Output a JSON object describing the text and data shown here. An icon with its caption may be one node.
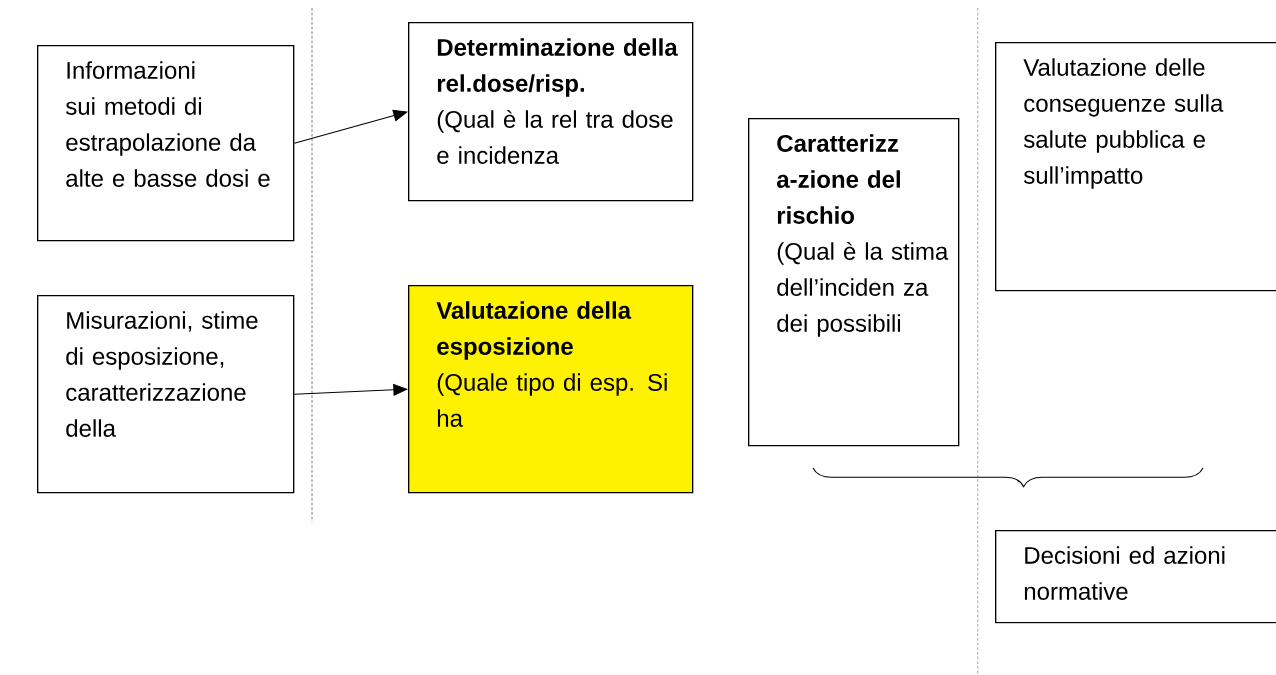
{
  "diagram": {
    "nodes": [
      {
        "text": [
          "Informazioni sui metodi di estrapolazione da alte e basse dosi e"
        ]
      },
      {
        "text": [
          "Determinazione della rel.dose/risp.",
          "(Qual è la rel tra dose e incidenza"
        ]
      },
      {
        "text": [
          "Misurazioni, stime di esposizione, caratterizzazione della"
        ]
      },
      {
        "text": [
          "Valutazione della esposizione",
          "(Quale tipo di esp. Si ha"
        ]
      },
      {
        "text": [
          "Caratterizz a-zione del rischio",
          "(Qual è la stima dell’inciden za dei possibili"
        ]
      },
      {
        "text": [
          "Valutazione delle conseguenze sulla salute pubblica e sull’impatto"
        ]
      },
      {
        "text": [
          "Decisioni ed azioni normative"
        ]
      }
    ],
    "edges": [
      {
        "from": 0,
        "to": 1,
        "arrow": "to"
      },
      {
        "from": 2,
        "to": 3,
        "arrow": "to"
      }
    ]
  }
}
